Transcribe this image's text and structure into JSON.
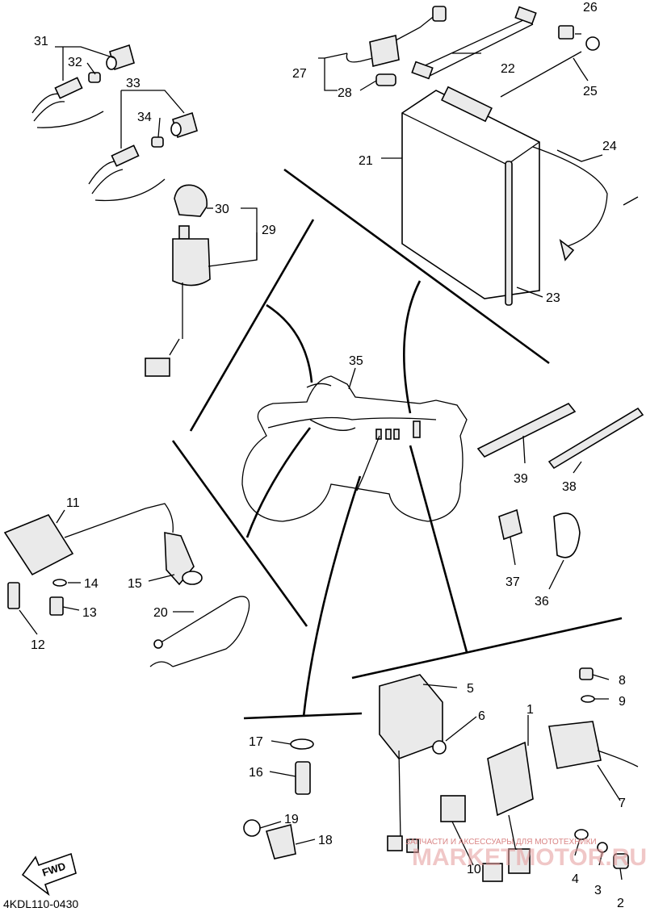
{
  "diagram": {
    "part_code": "4KDL110-0430",
    "direction_label": "FWD",
    "watermark_small": "ЗАПЧАСТИ И АКСЕССУАРЫ ДЛЯ МОТОТЕХНИКИ",
    "watermark_big": "MARKETMOTOR.RU",
    "callouts": [
      "1",
      "2",
      "3",
      "4",
      "5",
      "6",
      "7",
      "8",
      "9",
      "10",
      "11",
      "12",
      "13",
      "14",
      "15",
      "16",
      "17",
      "18",
      "19",
      "20",
      "21",
      "22",
      "23",
      "24",
      "25",
      "26",
      "27",
      "28",
      "29",
      "30",
      "31",
      "32",
      "33",
      "34",
      "35",
      "36",
      "37",
      "38",
      "39"
    ]
  }
}
